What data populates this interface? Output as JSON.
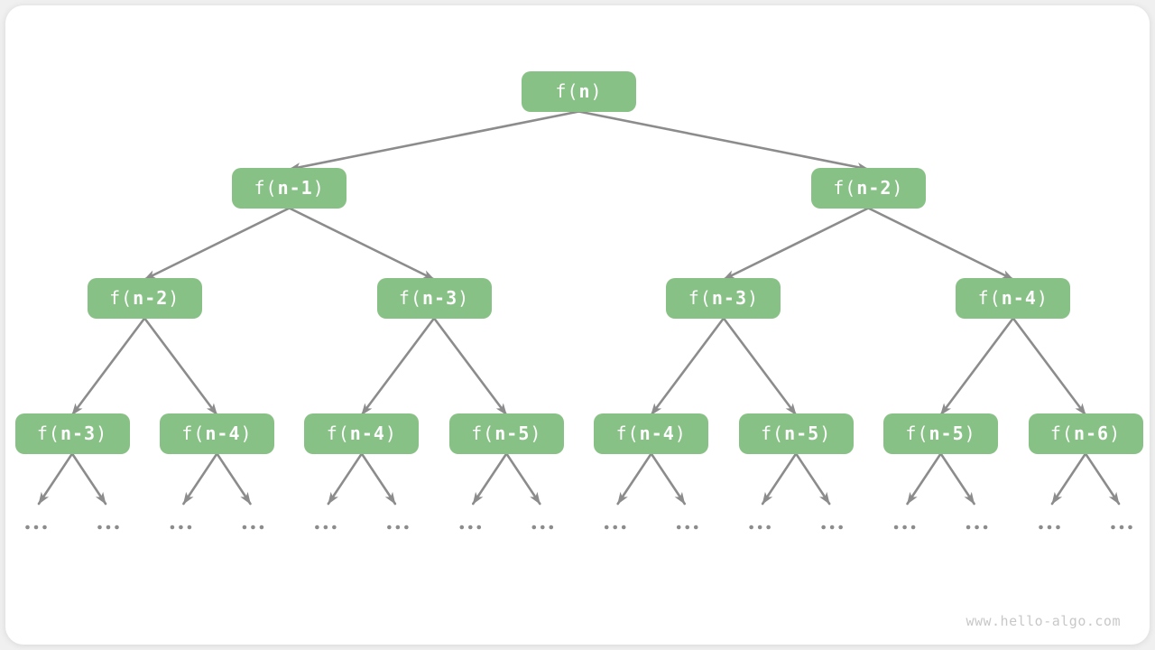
{
  "page": {
    "watermark": "www.hello-algo.com"
  },
  "diagram": {
    "kind": "recursion-tree",
    "colors": {
      "node_fill": "#88C186",
      "node_text": "#FFFFFF",
      "arrow": "#8C8C8C",
      "dots": "#8C8C8C",
      "card_background": "#FFFFFF",
      "page_background": "#F0F0F0",
      "watermark_text": "#C8C8C8"
    },
    "tree": {
      "label": "f(n)",
      "pre": "f(",
      "arg": "n",
      "post": ")",
      "children": [
        {
          "label": "f(n-1)",
          "pre": "f(",
          "arg": "n-1",
          "post": ")",
          "children": [
            {
              "label": "f(n-2)",
              "pre": "f(",
              "arg": "n-2",
              "post": ")",
              "children": [
                {
                  "label": "f(n-3)",
                  "pre": "f(",
                  "arg": "n-3",
                  "post": ")",
                  "ellipsis_children": [
                    "...",
                    "..."
                  ]
                },
                {
                  "label": "f(n-4)",
                  "pre": "f(",
                  "arg": "n-4",
                  "post": ")",
                  "ellipsis_children": [
                    "...",
                    "..."
                  ]
                }
              ]
            },
            {
              "label": "f(n-3)",
              "pre": "f(",
              "arg": "n-3",
              "post": ")",
              "children": [
                {
                  "label": "f(n-4)",
                  "pre": "f(",
                  "arg": "n-4",
                  "post": ")",
                  "ellipsis_children": [
                    "...",
                    "..."
                  ]
                },
                {
                  "label": "f(n-5)",
                  "pre": "f(",
                  "arg": "n-5",
                  "post": ")",
                  "ellipsis_children": [
                    "...",
                    "..."
                  ]
                }
              ]
            }
          ]
        },
        {
          "label": "f(n-2)",
          "pre": "f(",
          "arg": "n-2",
          "post": ")",
          "children": [
            {
              "label": "f(n-3)",
              "pre": "f(",
              "arg": "n-3",
              "post": ")",
              "children": [
                {
                  "label": "f(n-4)",
                  "pre": "f(",
                  "arg": "n-4",
                  "post": ")",
                  "ellipsis_children": [
                    "...",
                    "..."
                  ]
                },
                {
                  "label": "f(n-5)",
                  "pre": "f(",
                  "arg": "n-5",
                  "post": ")",
                  "ellipsis_children": [
                    "...",
                    "..."
                  ]
                }
              ]
            },
            {
              "label": "f(n-4)",
              "pre": "f(",
              "arg": "n-4",
              "post": ")",
              "children": [
                {
                  "label": "f(n-5)",
                  "pre": "f(",
                  "arg": "n-5",
                  "post": ")",
                  "ellipsis_children": [
                    "...",
                    "..."
                  ]
                },
                {
                  "label": "f(n-6)",
                  "pre": "f(",
                  "arg": "n-6",
                  "post": ")",
                  "ellipsis_children": [
                    "...",
                    "..."
                  ]
                }
              ]
            }
          ]
        }
      ]
    }
  }
}
